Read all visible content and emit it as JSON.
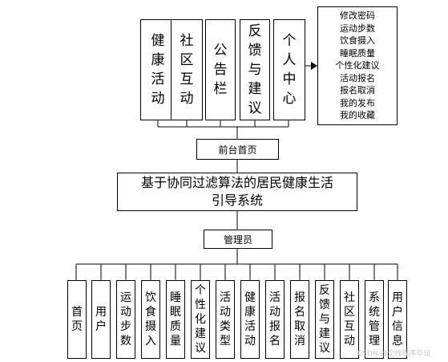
{
  "front_modules": [
    "健康活动",
    "社区互动",
    "公告栏",
    "反馈与建议",
    "个人中心"
  ],
  "personal_center_items": [
    "修改密码",
    "运动步数",
    "饮食摄入",
    "睡眠质量",
    "个性化建议",
    "活动报名",
    "报名取消",
    "我的发布",
    "我的收藏"
  ],
  "front_home": "前台首页",
  "system_title": [
    "基于协同过滤算法的居民健康生活",
    "引导系统"
  ],
  "admin": "管理员",
  "admin_modules": [
    "首页",
    "用户",
    "运动步数",
    "饮食摄入",
    "睡眠质量",
    "个性化建议",
    "活动类型",
    "健康活动",
    "活动报名",
    "报名取消",
    "反馈与建议",
    "社区互动",
    "系统管理",
    "用户信息"
  ],
  "watermark": "CSDN @全栈程序毕设"
}
